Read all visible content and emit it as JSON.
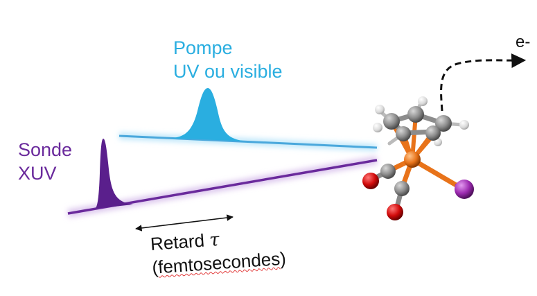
{
  "pump": {
    "line1": "Pompe",
    "line2": "UV ou visible",
    "color": "#2aaee0",
    "glow": "#bfe7fa"
  },
  "probe": {
    "line1": "Sonde",
    "line2": "XUV",
    "color": "#6a2a9c",
    "glow": "#ddc8ee"
  },
  "delay": {
    "prefix": "Retard ",
    "symbol": "τ",
    "paren_open": "(",
    "unit": "femtosecondes",
    "paren_close": ")"
  },
  "electron": {
    "label": "e-"
  },
  "molecule": {
    "metal_color": "#e8731a",
    "carbon_color": "#8c8c8c",
    "hydrogen_color": "#e6e6e6",
    "oxygen_color": "#d10a0a",
    "iodine_color": "#9c2ab0"
  }
}
